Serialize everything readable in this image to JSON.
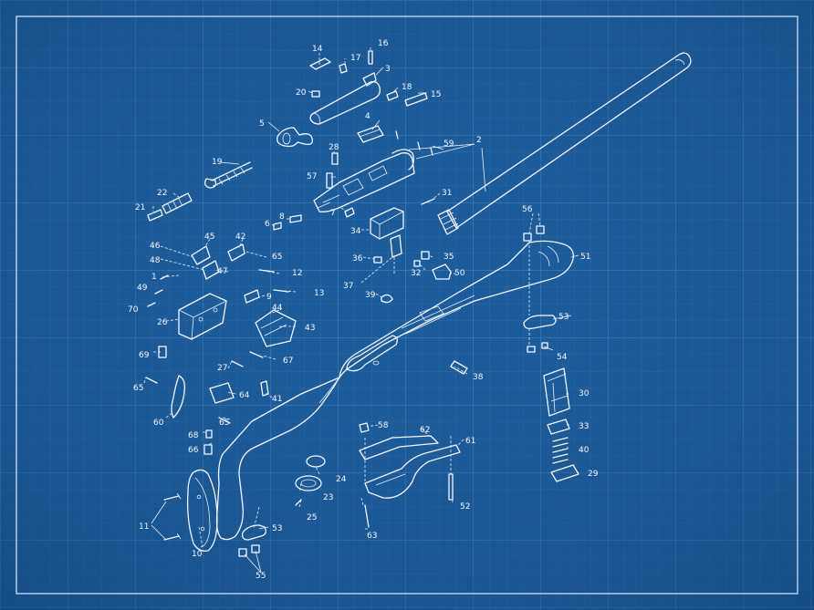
{
  "diagram": {
    "title": "",
    "colors": {
      "background": "#1d5c9a",
      "grid_minor": "#3a78b4",
      "grid_major": "#4d88c2",
      "frame": "#a9c6e4",
      "ink": "#f4f8ff"
    },
    "callouts": [
      {
        "id": "c14",
        "text": "14"
      },
      {
        "id": "c16",
        "text": "16"
      },
      {
        "id": "c17",
        "text": "17"
      },
      {
        "id": "c3",
        "text": "3"
      },
      {
        "id": "c20",
        "text": "20"
      },
      {
        "id": "c18",
        "text": "18"
      },
      {
        "id": "c15",
        "text": "15"
      },
      {
        "id": "c4",
        "text": "4"
      },
      {
        "id": "c5",
        "text": "5"
      },
      {
        "id": "c2",
        "text": "2"
      },
      {
        "id": "c59",
        "text": "59"
      },
      {
        "id": "c28",
        "text": "28"
      },
      {
        "id": "c19",
        "text": "19"
      },
      {
        "id": "c57",
        "text": "57"
      },
      {
        "id": "c22",
        "text": "22"
      },
      {
        "id": "c21",
        "text": "21"
      },
      {
        "id": "c31",
        "text": "31"
      },
      {
        "id": "c7",
        "text": "7"
      },
      {
        "id": "c8",
        "text": "8"
      },
      {
        "id": "c6",
        "text": "6"
      },
      {
        "id": "c56",
        "text": "56"
      },
      {
        "id": "c34",
        "text": "34"
      },
      {
        "id": "c45",
        "text": "45"
      },
      {
        "id": "c42",
        "text": "42"
      },
      {
        "id": "c46",
        "text": "46"
      },
      {
        "id": "c65a",
        "text": "65"
      },
      {
        "id": "c36",
        "text": "36"
      },
      {
        "id": "c35",
        "text": "35"
      },
      {
        "id": "c51",
        "text": "51"
      },
      {
        "id": "c48",
        "text": "48"
      },
      {
        "id": "c47",
        "text": "47"
      },
      {
        "id": "c12",
        "text": "12"
      },
      {
        "id": "c32",
        "text": "32"
      },
      {
        "id": "c50",
        "text": "50"
      },
      {
        "id": "c1",
        "text": "1"
      },
      {
        "id": "c37",
        "text": "37"
      },
      {
        "id": "c49",
        "text": "49"
      },
      {
        "id": "c13",
        "text": "13"
      },
      {
        "id": "c70",
        "text": "70"
      },
      {
        "id": "c9",
        "text": "9"
      },
      {
        "id": "c39",
        "text": "39"
      },
      {
        "id": "c44",
        "text": "44"
      },
      {
        "id": "c53a",
        "text": "53"
      },
      {
        "id": "c26",
        "text": "26"
      },
      {
        "id": "c43",
        "text": "43"
      },
      {
        "id": "c54",
        "text": "54"
      },
      {
        "id": "c69",
        "text": "69"
      },
      {
        "id": "c67",
        "text": "67"
      },
      {
        "id": "c27",
        "text": "27"
      },
      {
        "id": "c38",
        "text": "38"
      },
      {
        "id": "c65b",
        "text": "65"
      },
      {
        "id": "c64",
        "text": "64"
      },
      {
        "id": "c41",
        "text": "41"
      },
      {
        "id": "c30",
        "text": "30"
      },
      {
        "id": "c60",
        "text": "60"
      },
      {
        "id": "c65c",
        "text": "65"
      },
      {
        "id": "c58",
        "text": "58"
      },
      {
        "id": "c62",
        "text": "62"
      },
      {
        "id": "c33",
        "text": "33"
      },
      {
        "id": "c68",
        "text": "68"
      },
      {
        "id": "c61",
        "text": "61"
      },
      {
        "id": "c40",
        "text": "40"
      },
      {
        "id": "c66",
        "text": "66"
      },
      {
        "id": "c29",
        "text": "29"
      },
      {
        "id": "c24",
        "text": "24"
      },
      {
        "id": "c23",
        "text": "23"
      },
      {
        "id": "c52",
        "text": "52"
      },
      {
        "id": "c25",
        "text": "25"
      },
      {
        "id": "c11",
        "text": "11"
      },
      {
        "id": "c53b",
        "text": "53"
      },
      {
        "id": "c63",
        "text": "63"
      },
      {
        "id": "c10",
        "text": "10"
      },
      {
        "id": "c55",
        "text": "55"
      }
    ]
  }
}
